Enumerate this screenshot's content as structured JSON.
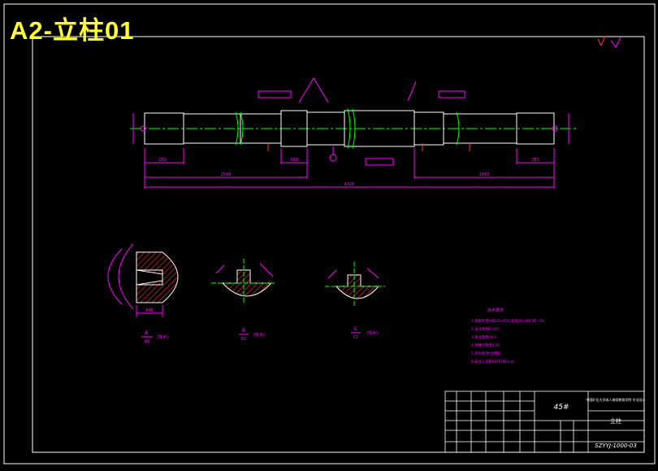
{
  "sheet": {
    "title": "A2-立柱01",
    "colors": {
      "background": "#000000",
      "frame": "#ffffff",
      "title": "#ffff33",
      "outline": "#ffffff",
      "dimension": "#ff00ff",
      "centerline": "#00ff00",
      "hatch": "#ff3333",
      "datum": "#ff3333"
    }
  },
  "drawing": {
    "section_labels": {
      "a1": "A",
      "a2": "A1",
      "b1": "B",
      "b2": "B1",
      "c1": "C",
      "c2": "C1"
    },
    "section_suffix": "(放大)",
    "dims": {
      "d1": "253",
      "d2": "2543",
      "d3": "960",
      "d4": "4320",
      "d5": "1863",
      "d6": "253",
      "d7": "645"
    }
  },
  "notes": {
    "heading": "技术要求",
    "lines": [
      "1.调质处理HB220~250,表面淬火HRC45~50",
      "2.未注倒角1×45°",
      "3.未注圆角R0.5",
      "4.键槽对称度0.05",
      "5.去毛刺,锐边倒钝",
      "6.未注公差按GB/T1804-m"
    ]
  },
  "title_block": {
    "material": "45#",
    "company": "中国矿业大学成人继续教育学院 毕业设计",
    "part_name": "立柱",
    "drawing_number": "SZYYJ-1000-03"
  }
}
